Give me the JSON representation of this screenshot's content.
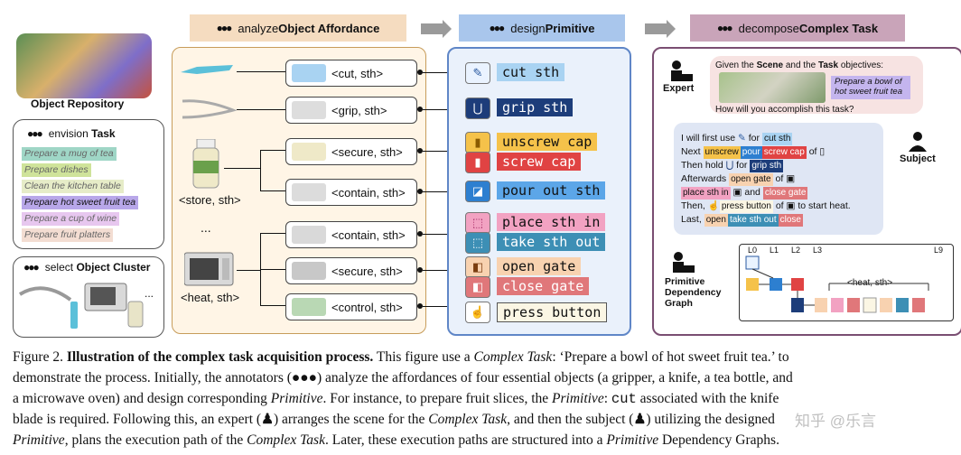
{
  "header_steps": [
    {
      "prefix": "analyze ",
      "bold": "Object Affordance"
    },
    {
      "prefix": "design ",
      "bold": "Primitive"
    },
    {
      "prefix": "decompose ",
      "bold": "Complex Task"
    }
  ],
  "object_repository_label": "Object Repository",
  "envision_task": {
    "prefix": "envision ",
    "bold": "Task",
    "items": [
      {
        "text": "Prepare a mug of tea",
        "color": "#9fd6c6"
      },
      {
        "text": "Prepare dishes",
        "color": "#cfe39a"
      },
      {
        "text": "Clean the kitchen table",
        "color": "#e6ecc8"
      },
      {
        "text": "Prepare hot sweet fruit tea",
        "color": "#b8a7e9"
      },
      {
        "text": "Prepare a cup of wine",
        "color": "#e7c7ef"
      },
      {
        "text": "Prepare fruit platters",
        "color": "#f3ddd2"
      }
    ]
  },
  "select_cluster": {
    "prefix": "select ",
    "bold": "Object Cluster",
    "ellipsis": "..."
  },
  "affordance": {
    "store_label": "<store, sth>",
    "heat_label": "<heat, sth>",
    "ellipsis": "...",
    "tags": [
      "<cut, sth>",
      "<grip, sth>",
      "<secure, sth>",
      "<contain, sth>",
      "<contain, sth>",
      "<secure, sth>",
      "<control, sth>"
    ]
  },
  "primitives": [
    {
      "label": "cut sth",
      "bg": "#a9d3f2",
      "icon_bg": "#eaf3ff",
      "icon": "✎",
      "icon_color": "#2a5aa0"
    },
    {
      "label": "grip sth",
      "bg": "#1d3d7a",
      "fg": "#ffffff",
      "icon_bg": "#1d3d7a",
      "icon": "⋃",
      "icon_color": "#ffffff"
    },
    {
      "label": "unscrew cap",
      "bg": "#f5c24a",
      "icon_bg": "#f5c24a",
      "icon": "▮",
      "icon_color": "#8a5a00"
    },
    {
      "label": "screw cap",
      "bg": "#e04343",
      "fg": "#ffffff",
      "icon_bg": "#e04343",
      "icon": "▮",
      "icon_color": "#ffffff"
    },
    {
      "label": "pour out sth",
      "bg": "#5ca6e8",
      "icon_bg": "#2d7fd0",
      "icon": "◪",
      "icon_color": "#ffffff"
    },
    {
      "label": "place sth in",
      "bg": "#f2a2c2",
      "icon_bg": "#f2a2c2",
      "icon": "⬚",
      "icon_color": "#a02560"
    },
    {
      "label": "take sth out",
      "bg": "#3d8fb5",
      "fg": "#ffffff",
      "icon_bg": "#3d8fb5",
      "icon": "⬚",
      "icon_color": "#ffffff"
    },
    {
      "label": "open gate",
      "bg": "#f8d2b0",
      "icon_bg": "#f8d2b0",
      "icon": "◧",
      "icon_color": "#7a3d10"
    },
    {
      "label": "close gate",
      "bg": "#e0777a",
      "fg": "#ffffff",
      "icon_bg": "#e0777a",
      "icon": "◧",
      "icon_color": "#ffffff"
    },
    {
      "label": "press button",
      "bg": "#fbf6e4",
      "icon_bg": "#ffffff",
      "icon": "☝",
      "icon_color": "#333333"
    }
  ],
  "complex_task": {
    "expert_label": "Expert",
    "subject_label": "Subject",
    "given_prefix": "Given the ",
    "given_scene": "Scene",
    "given_mid": " and the ",
    "given_task": "Task",
    "given_suffix": " objectives:",
    "task_bubble": "Prepare a bowl of hot sweet fruit tea",
    "question": "How will you accomplish this task?",
    "reply": {
      "l1a": "I will first use",
      "l1b": "for",
      "l1c": "cut sth",
      "l2a": "Next",
      "l2b": "unscrew",
      "l2c": "pour",
      "l2d": "screw cap",
      "l2e": "of",
      "l3a": "Then hold",
      "l3b": "for",
      "l3c": "grip sth",
      "l4a": "Afterwards",
      "l4b": "open gate",
      "l4c": "of",
      "l5a": "place sth in",
      "l5b": "and",
      "l5c": "close gate",
      "l6a": "Then,",
      "l6b": "press button",
      "l6c": "of",
      "l6d": "to start heat.",
      "l7a": "Last,",
      "l7b": "open",
      "l7c": "take sth out",
      "l7d": "close"
    },
    "graph_label": "Primitive Dependency Graph",
    "levels": [
      "L0",
      "L1",
      "L2",
      "L3",
      "L9"
    ],
    "graph_heat": "<heat, sth>",
    "chip_colors": {
      "blue": "#2d7fd0",
      "yellow": "#f5c24a",
      "red": "#e04343",
      "navy": "#1d3d7a",
      "pink": "#f2a2c2",
      "teal": "#3d8fb5",
      "peach": "#f8d2b0",
      "rose": "#e0777a"
    }
  },
  "caption": {
    "fig": "Figure 2. ",
    "title": "Illustration of the complex task acquisition process.",
    "s1a": " This figure use a ",
    "s1b": "Complex Task",
    "s1c": ": ‘Prepare a bowl of hot sweet fruit tea.’ to",
    "s2a": "demonstrate the process. Initially, the annotators (",
    "s2b": ") analyze the affordances of four essential objects (a gripper, a knife, a tea bottle, and",
    "s3a": "a microwave oven) and design corresponding ",
    "s3b": "Primitive",
    "s3c": ". For instance, to prepare fruit slices, the ",
    "s3d": "Primitive",
    "s3e": ": ",
    "s3f": "cut",
    "s3g": " associated with the knife",
    "s4a": "blade is required. Following this, an expert (",
    "s4b": ") arranges the scene for the ",
    "s4c": "Complex Task",
    "s4d": ", and then the subject (",
    "s4e": ") utilizing the designed",
    "s5a": "Primitive",
    "s5b": ", plans the execution path of the ",
    "s5c": "Complex Task",
    "s5d": ". Later, these execution paths are structured into a ",
    "s5e": "Primitive",
    "s5f": " Dependency Graphs.",
    "watermark": "知乎 @乐言"
  }
}
